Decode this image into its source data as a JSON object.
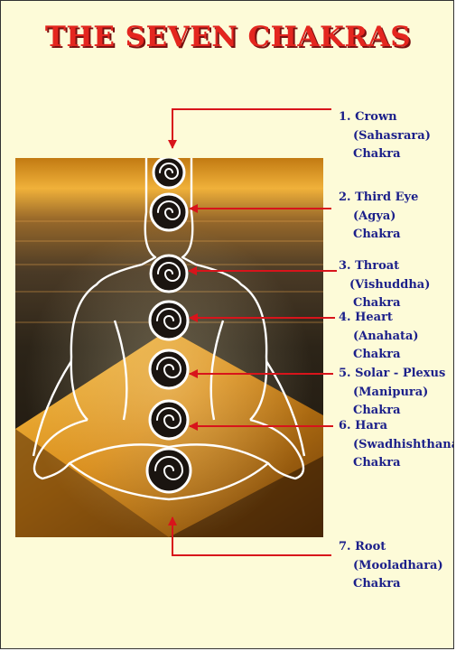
{
  "title": "THE SEVEN CHAKRAS",
  "colors": {
    "background": "#fdfbd8",
    "title": "#e4261f",
    "label": "#1b1f8a",
    "arrow": "#d8141b"
  },
  "chakras": [
    {
      "lines": [
        "1. Crown",
        "(Sahasrara)",
        "Chakra"
      ]
    },
    {
      "lines": [
        "2. Third Eye",
        "(Agya)",
        "Chakra"
      ]
    },
    {
      "lines": [
        "3. Throat",
        "(Vishuddha)",
        "Chakra"
      ]
    },
    {
      "lines": [
        "4. Heart",
        "(Anahata)",
        "Chakra"
      ]
    },
    {
      "lines": [
        "5. Solar - Plexus",
        "(Manipura)",
        "Chakra"
      ]
    },
    {
      "lines": [
        "6. Hara",
        "(Swadhishthana)",
        "Chakra"
      ]
    },
    {
      "lines": [
        "7. Root",
        "(Mooladhara)",
        "Chakra"
      ]
    }
  ]
}
